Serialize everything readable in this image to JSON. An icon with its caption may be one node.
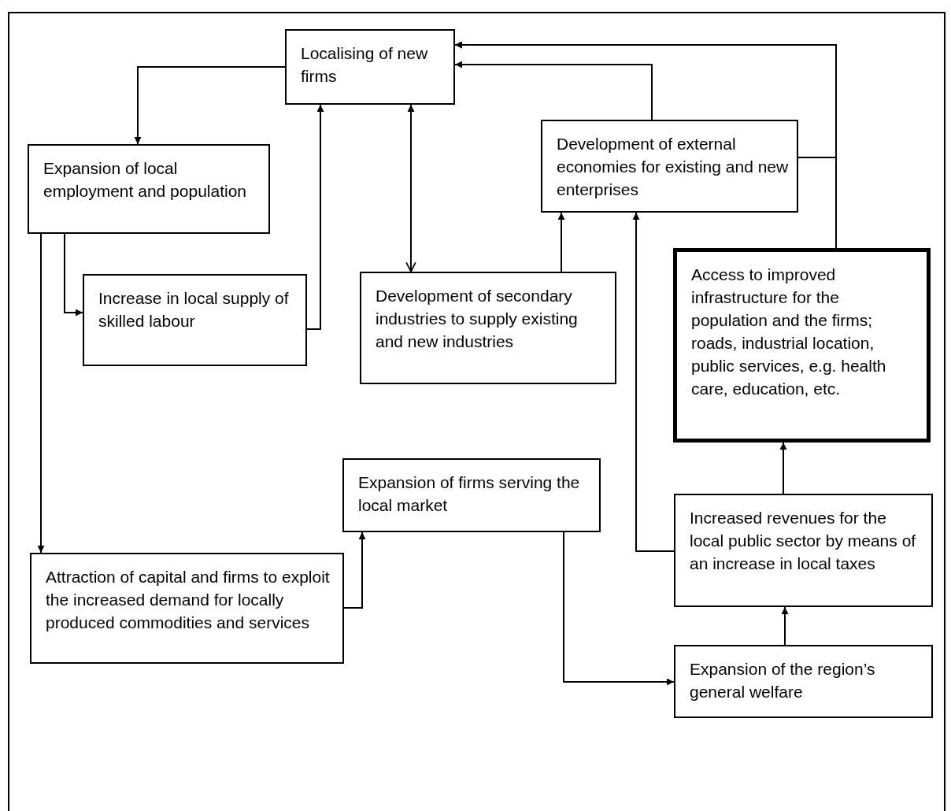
{
  "diagram": {
    "nodes": [
      {
        "text": [
          "Localising of new firms"
        ]
      },
      {
        "text": [
          "Expansion of local employment and population"
        ]
      },
      {
        "text": [
          "Increase in local supply of skilled labour"
        ]
      },
      {
        "text": [
          "Development of secondary industries to supply existing and new industries"
        ]
      },
      {
        "text": [
          "Development of external economies for existing and new enterprises"
        ]
      },
      {
        "text": [
          "Access to improved infrastructure for the population and the firms; roads, industrial location, public services, e.g. health care, education, etc."
        ]
      },
      {
        "text": [
          "Expansion of firms serving the local market"
        ]
      },
      {
        "text": [
          "Attraction of capital and firms to exploit the increased demand for locally produced commodities and services"
        ]
      },
      {
        "text": [
          "Increased revenues for the local public sector by means of an increase in local taxes"
        ]
      },
      {
        "text": [
          "Expansion of the region’s general welfare"
        ]
      }
    ],
    "edges": [
      {
        "from": 0,
        "to": 1,
        "arrow": "to"
      },
      {
        "from": 1,
        "to": 2,
        "arrow": "to"
      },
      {
        "from": 1,
        "to": 7,
        "arrow": "to"
      },
      {
        "from": 2,
        "to": 0,
        "arrow": "to"
      },
      {
        "from": 0,
        "to": 3,
        "arrow": "both"
      },
      {
        "from": 3,
        "to": 4,
        "arrow": "to"
      },
      {
        "from": 4,
        "to": 0,
        "arrow": "to"
      },
      {
        "from": 5,
        "to": 0,
        "arrow": "to"
      },
      {
        "from": 4,
        "to": 0,
        "arrow": "to"
      },
      {
        "from": 8,
        "to": 4,
        "arrow": "to"
      },
      {
        "from": 7,
        "to": 6,
        "arrow": "to"
      },
      {
        "from": 6,
        "to": 9,
        "arrow": "to"
      },
      {
        "from": 9,
        "to": 8,
        "arrow": "to"
      },
      {
        "from": 8,
        "to": 5,
        "arrow": "to"
      }
    ]
  }
}
